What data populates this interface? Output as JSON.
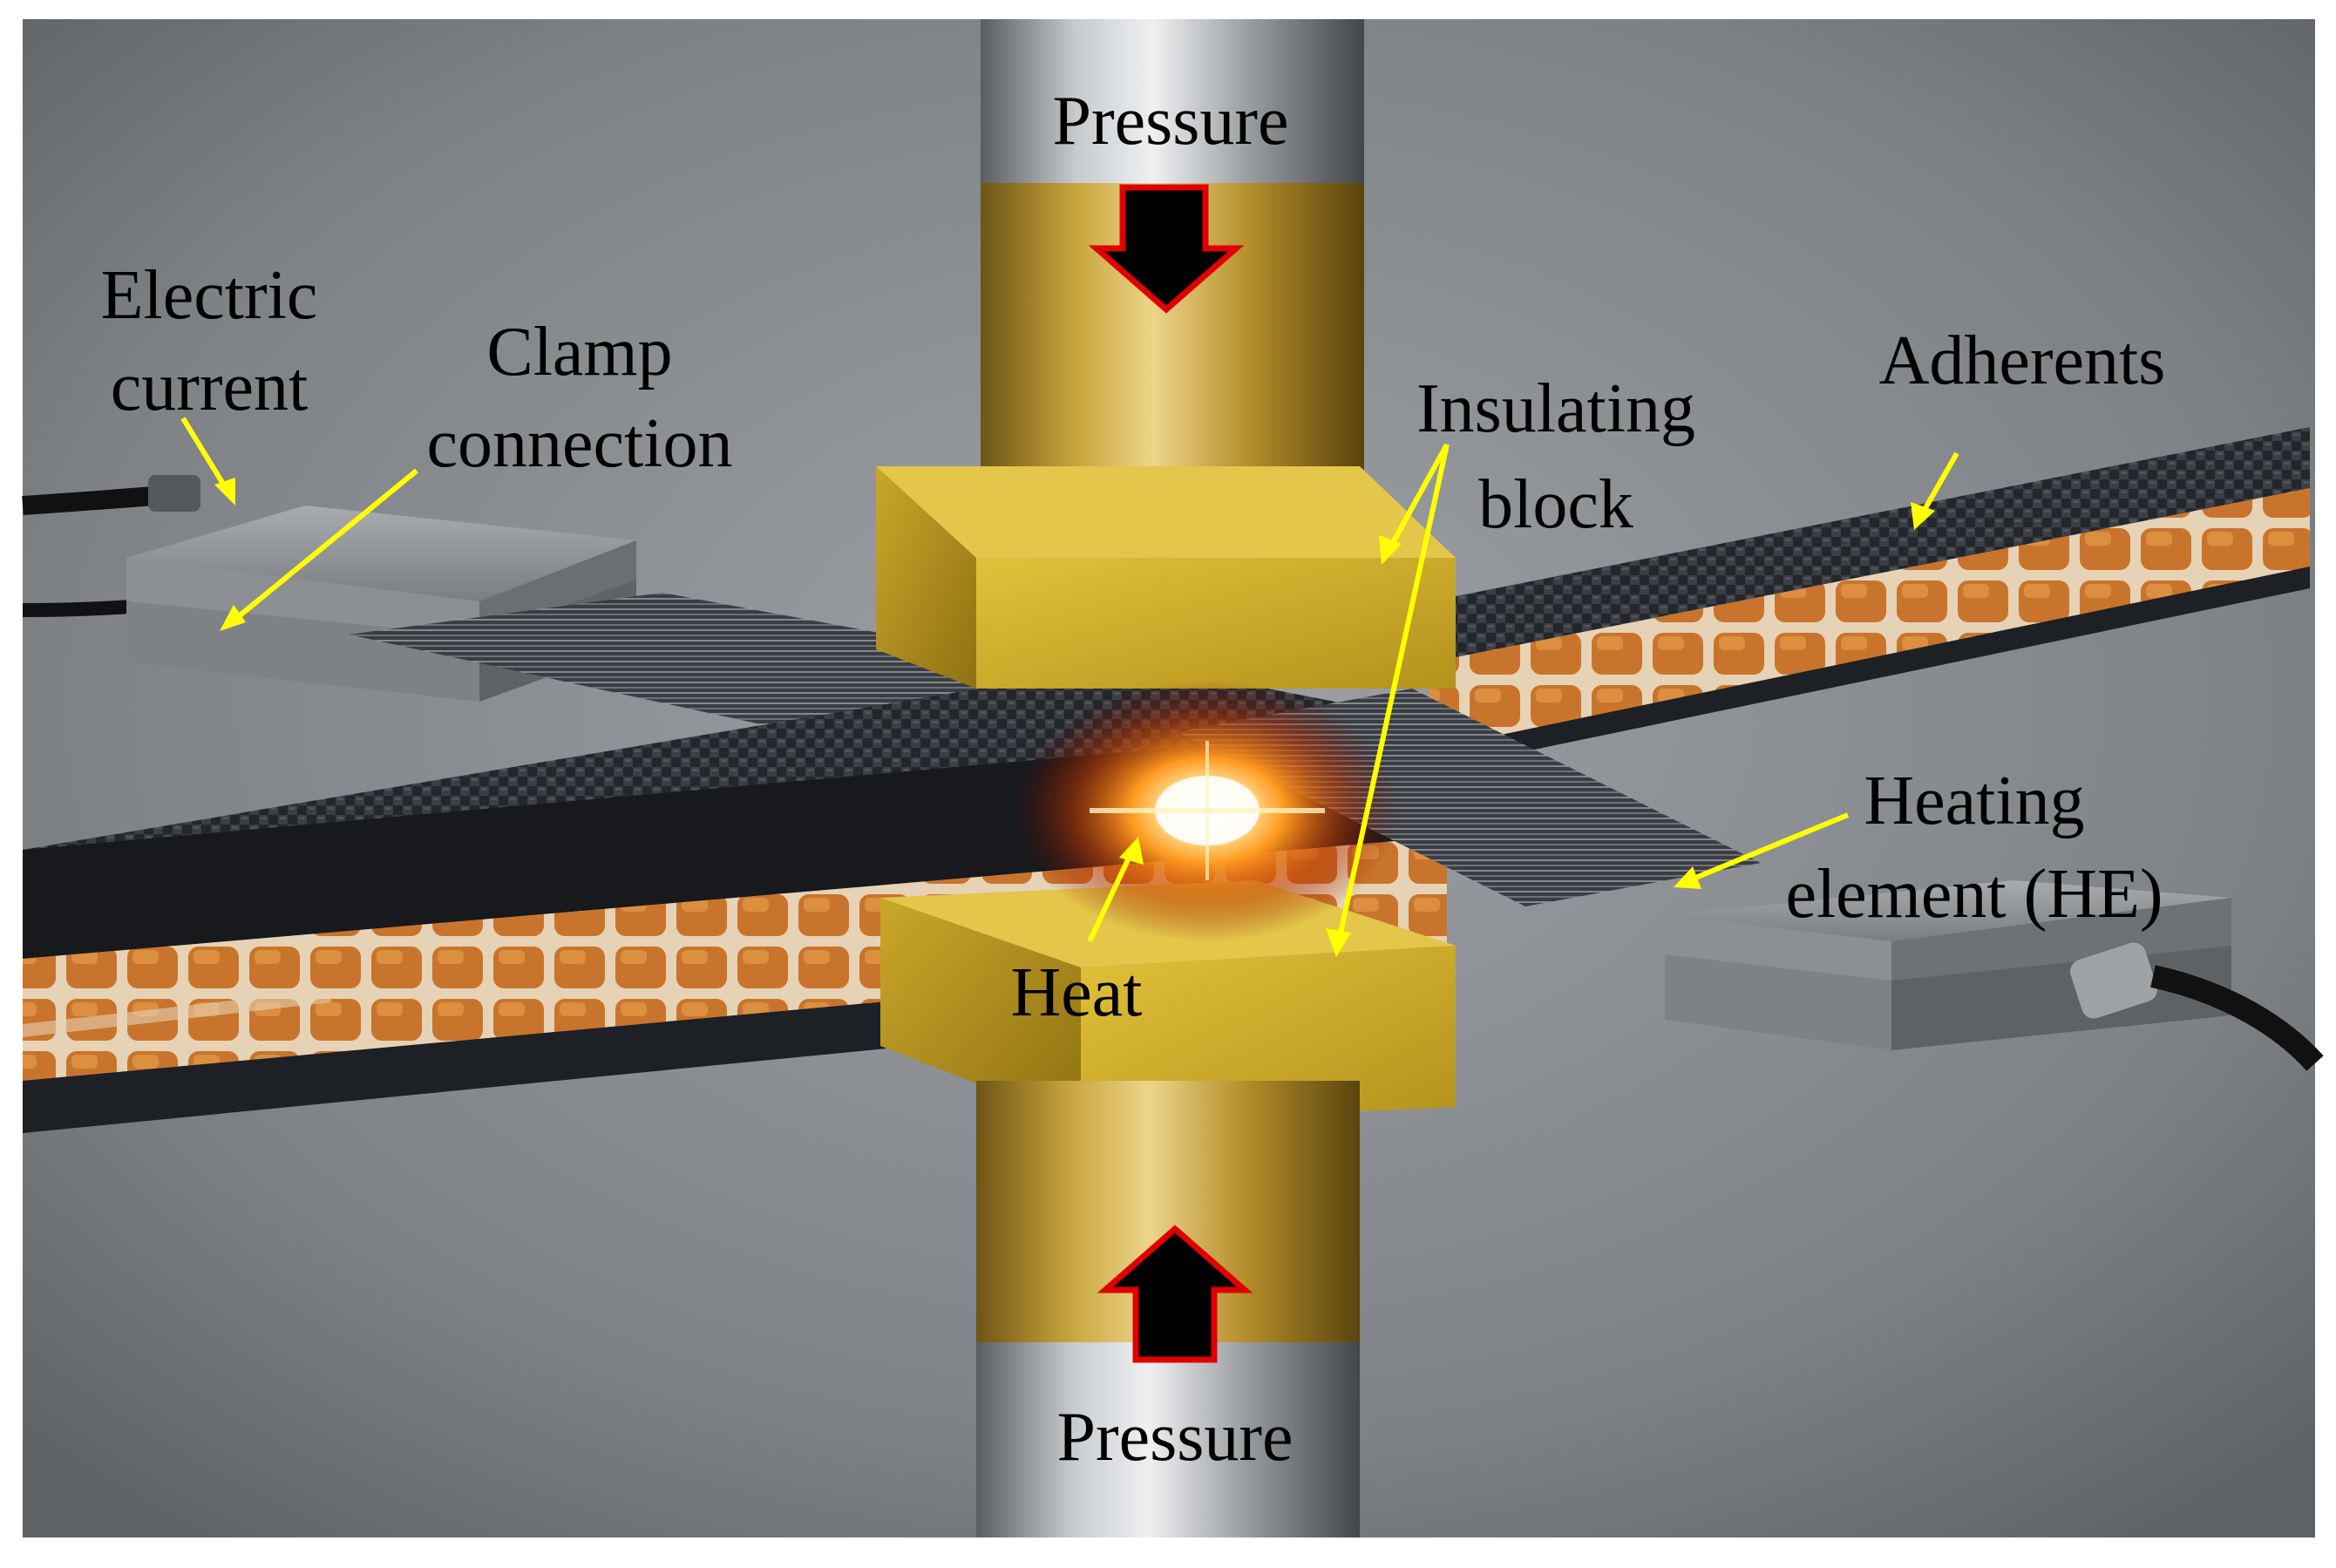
{
  "labels": {
    "pressure_top": "Pressure",
    "pressure_bottom": "Pressure",
    "electric_current_line1": "Electric",
    "electric_current_line2": "current",
    "clamp_connection_line1": "Clamp",
    "clamp_connection_line2": "connection",
    "insulating_block_line1": "Insulating",
    "insulating_block_line2": "block",
    "adherents": "Adherents",
    "heating_element_line1": "Heating",
    "heating_element_line2": "element (HE)",
    "heat": "Heat"
  },
  "colors": {
    "annotation_arrow": "#ffff00",
    "pressure_arrow_fill": "#000000",
    "pressure_arrow_outline": "#e00000",
    "label_text": "#000000",
    "background": "#808488",
    "rod_steel": "#9a9ea2",
    "rod_brass": "#c9a63e",
    "insulating_block": "#d7b52c",
    "carbon_fiber": "#26292d",
    "honeycomb_core": "#c8762e",
    "clamp_metal": "#8e9194",
    "heat_glow": "#ffd070"
  }
}
